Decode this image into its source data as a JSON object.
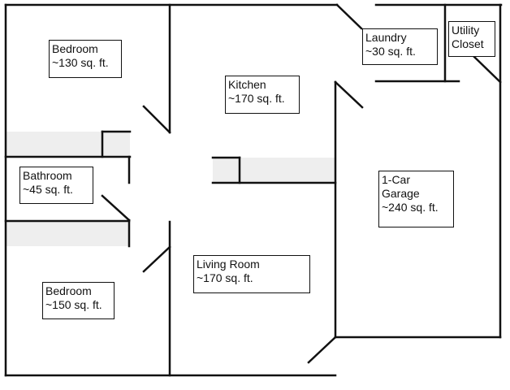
{
  "title": "Floor plan",
  "rooms": [
    {
      "id": "bedroom-1",
      "name": "Bedroom",
      "area": "~130 sq. ft."
    },
    {
      "id": "kitchen",
      "name": "Kitchen",
      "area": "~170 sq. ft."
    },
    {
      "id": "laundry",
      "name": "Laundry",
      "area": "~30 sq. ft."
    },
    {
      "id": "utility-closet",
      "name": "Utility",
      "name2": "Closet"
    },
    {
      "id": "bathroom",
      "name": "Bathroom",
      "area": "~45 sq. ft."
    },
    {
      "id": "garage",
      "name": "1-Car",
      "name2": "Garage",
      "area": "~240 sq. ft."
    },
    {
      "id": "living-room",
      "name": "Living Room",
      "area": "~170 sq. ft."
    },
    {
      "id": "bedroom-2",
      "name": "Bedroom",
      "area": "~150 sq. ft."
    }
  ],
  "colors": {
    "wall": "#111111",
    "counter": "#eeeeee",
    "background": "#ffffff"
  }
}
